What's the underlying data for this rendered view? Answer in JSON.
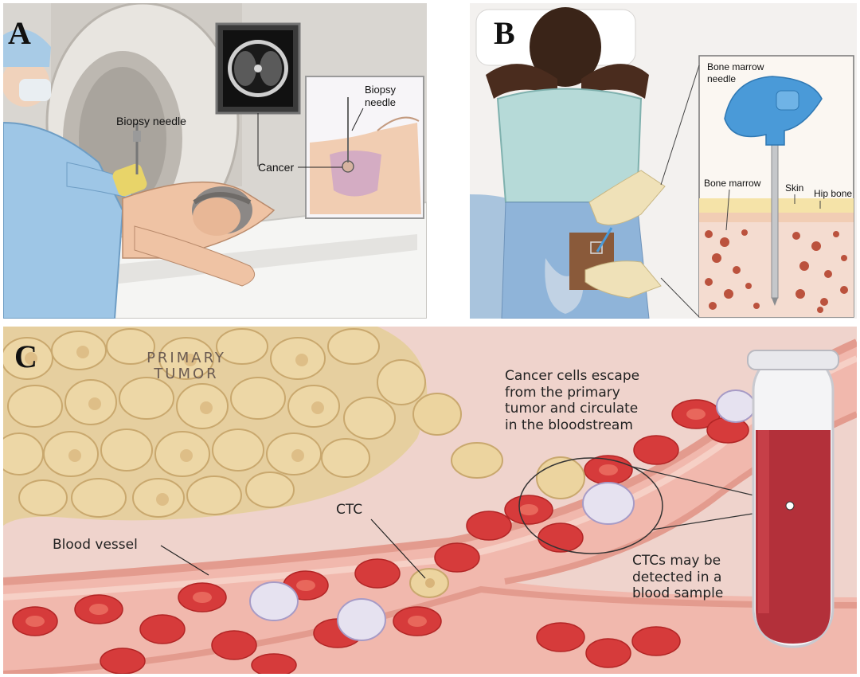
{
  "panels": {
    "a": {
      "letter": "A",
      "biopsy_needle_main": "Biopsy needle",
      "inset_needle_line1": "Biopsy",
      "inset_needle_line2": "needle",
      "cancer": "Cancer"
    },
    "b": {
      "letter": "B",
      "bone_marrow_needle_line1": "Bone marrow",
      "bone_marrow_needle_line2": "needle",
      "bone_marrow": "Bone marrow",
      "skin": "Skin",
      "hip_bone": "Hip bone"
    },
    "c": {
      "letter": "C",
      "primary_tumor_line1": "PRIMARY",
      "primary_tumor_line2": "TUMOR",
      "escape_line1": "Cancer cells escape",
      "escape_line2": "from the primary",
      "escape_line3": "tumor and circulate",
      "escape_line4": "in the bloodstream",
      "ctc": "CTC",
      "blood_vessel": "Blood vessel",
      "detect_line1": "CTCs may be",
      "detect_line2": "detected in a",
      "detect_line3": "blood sample"
    }
  },
  "colors": {
    "blood_cell": "#d63b3b",
    "tumor_cell": "#e8c98e",
    "vessel_wall": "#e9b7ad",
    "needle_handle": "#4a9ad8",
    "gown": "#9ec6e6"
  }
}
